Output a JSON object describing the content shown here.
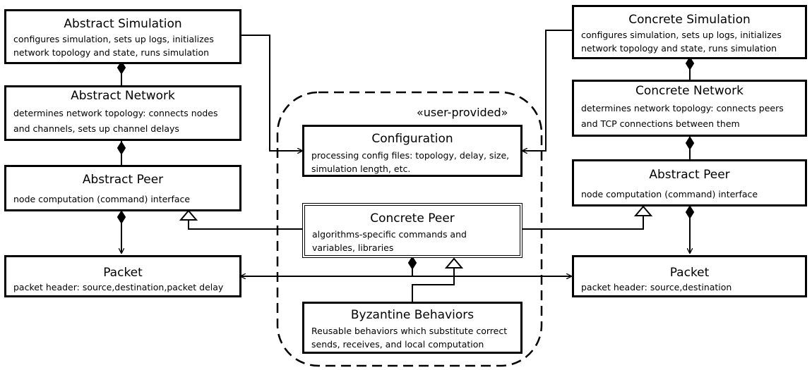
{
  "boundary": {
    "stereotype": "«user-provided»"
  },
  "left": {
    "simulation": {
      "title": "Abstract Simulation",
      "desc": [
        "configures simulation, sets up logs, initializes",
        "network topology and state, runs simulation"
      ]
    },
    "network": {
      "title": "Abstract Network",
      "desc": [
        "determines network topology: connects nodes",
        "and channels, sets up channel delays"
      ]
    },
    "peer": {
      "title": "Abstract Peer",
      "desc": [
        "node computation (command) interface"
      ]
    },
    "packet": {
      "title": "Packet",
      "desc": [
        "packet header: source,destination,packet delay"
      ]
    }
  },
  "center": {
    "configuration": {
      "title": "Configuration",
      "desc": [
        "processing config files: topology, delay, size,",
        "simulation length, etc."
      ]
    },
    "concrete_peer": {
      "title": "Concrete Peer",
      "desc": [
        "algorithms-specific commands and",
        "variables, libraries"
      ]
    },
    "byzantine": {
      "title": "Byzantine Behaviors",
      "desc": [
        "Reusable behaviors which substitute correct",
        "sends, receives, and local computation"
      ]
    }
  },
  "right": {
    "simulation": {
      "title": "Concrete Simulation",
      "desc": [
        "configures simulation, sets up logs, initializes",
        "network topology and state, runs simulation"
      ]
    },
    "network": {
      "title": "Concrete Network",
      "desc": [
        "determines network topology: connects peers",
        "and TCP connections between them"
      ]
    },
    "peer": {
      "title": "Abstract Peer",
      "desc": [
        "node computation (command) interface"
      ]
    },
    "packet": {
      "title": "Packet",
      "desc": [
        "packet header: source,destination"
      ]
    }
  }
}
